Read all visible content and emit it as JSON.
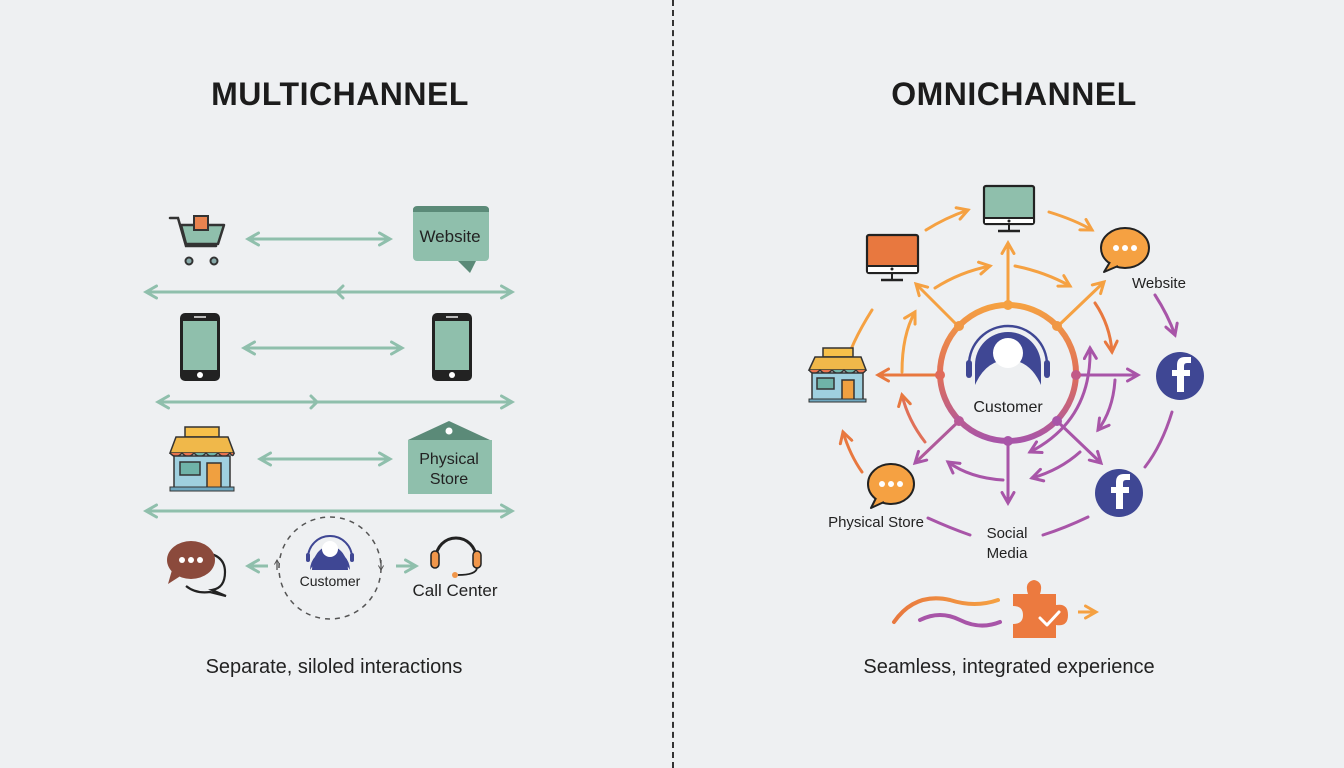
{
  "left_panel": {
    "title": "MULTICHANNEL",
    "caption": "Separate, siloled interactions",
    "channels": {
      "website_label": "Website",
      "physical_store_label_line1": "Physical",
      "physical_store_label_line2": "Store",
      "customer_label": "Customer",
      "call_center_label": "Call Center"
    },
    "icons": [
      "shopping-cart-icon",
      "website-bubble-icon",
      "smartphone-icon",
      "smartphone-icon",
      "storefront-icon",
      "store-sign-icon",
      "chat-bubbles-icon",
      "customer-headset-icon",
      "headset-icon"
    ]
  },
  "right_panel": {
    "title": "OMNICHANNEL",
    "caption": "Seamless, integrated experience",
    "hub_label": "Customer",
    "labels": {
      "website": "Website",
      "physical_store": "Physical Store",
      "social_media_line1": "Social",
      "social_media_line2": "Media"
    },
    "icons": [
      "desktop-monitor-icon",
      "desktop-monitor-icon",
      "chat-bubble-icon",
      "storefront-icon",
      "facebook-icon",
      "facebook-icon",
      "chat-bubble-icon",
      "puzzle-check-icon",
      "arrow-right-icon"
    ]
  },
  "colors": {
    "background": "#eef0f2",
    "multichannel_accent": "#8fbfac",
    "orange": "#f5a142",
    "orange_dark": "#e8783f",
    "purple": "#a855a8",
    "navy": "#3f4794"
  }
}
